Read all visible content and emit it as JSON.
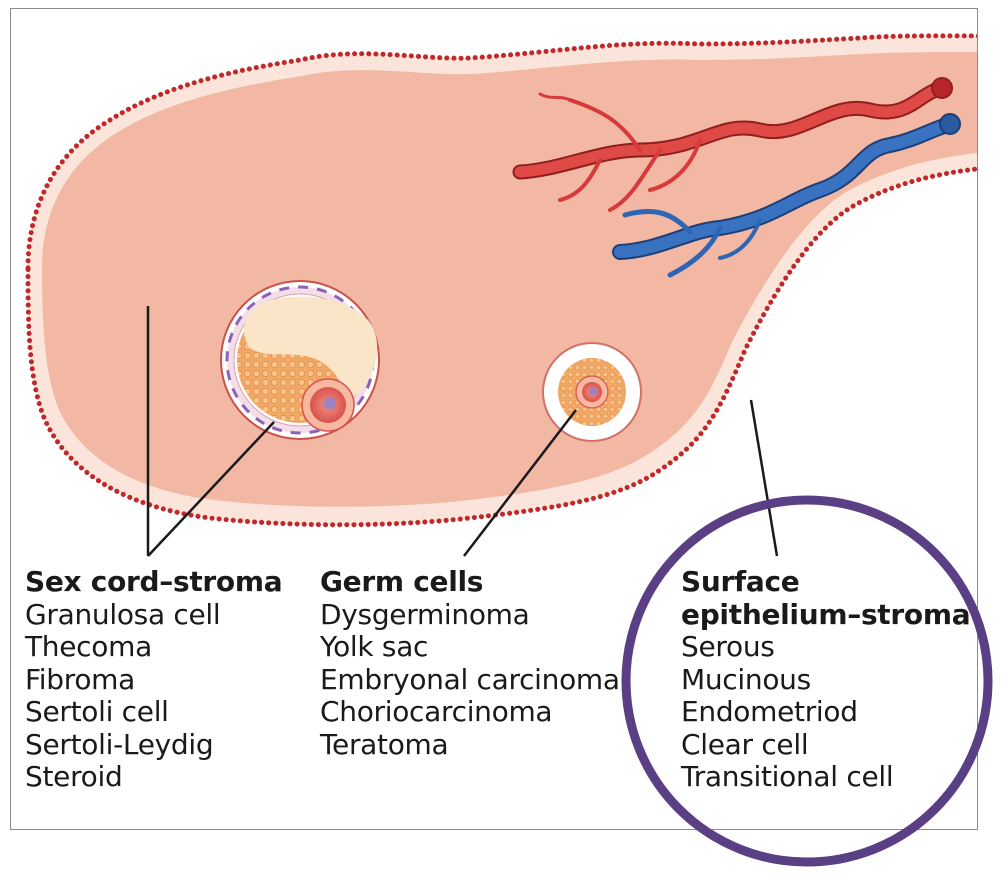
{
  "labels": {
    "sex_cord": {
      "heading": "Sex cord–stroma",
      "items": [
        "Granulosa cell",
        "Thecoma",
        "Fibroma",
        "Sertoli cell",
        "Sertoli-Leydig",
        "Steroid"
      ]
    },
    "germ_cells": {
      "heading": "Germ cells",
      "items": [
        "Dysgerminoma",
        "Yolk sac",
        "Embryonal carcinoma",
        "Choriocarcinoma",
        "Teratoma"
      ]
    },
    "surface": {
      "heading_line1": "Surface",
      "heading_line2": "epithelium–stroma",
      "items": [
        "Serous",
        "Mucinous",
        "Endometriod",
        "Clear cell",
        "Transitional cell"
      ]
    }
  },
  "colors": {
    "ovary_fill": "#f2b8a4",
    "ovary_rim": "#fbe4da",
    "surface_dots": "#c0282a",
    "artery": "#d8393a",
    "vein": "#2f66b3",
    "follicle_granulosa": "#f2ab6c",
    "highlight_circle": "#5b3f84"
  }
}
